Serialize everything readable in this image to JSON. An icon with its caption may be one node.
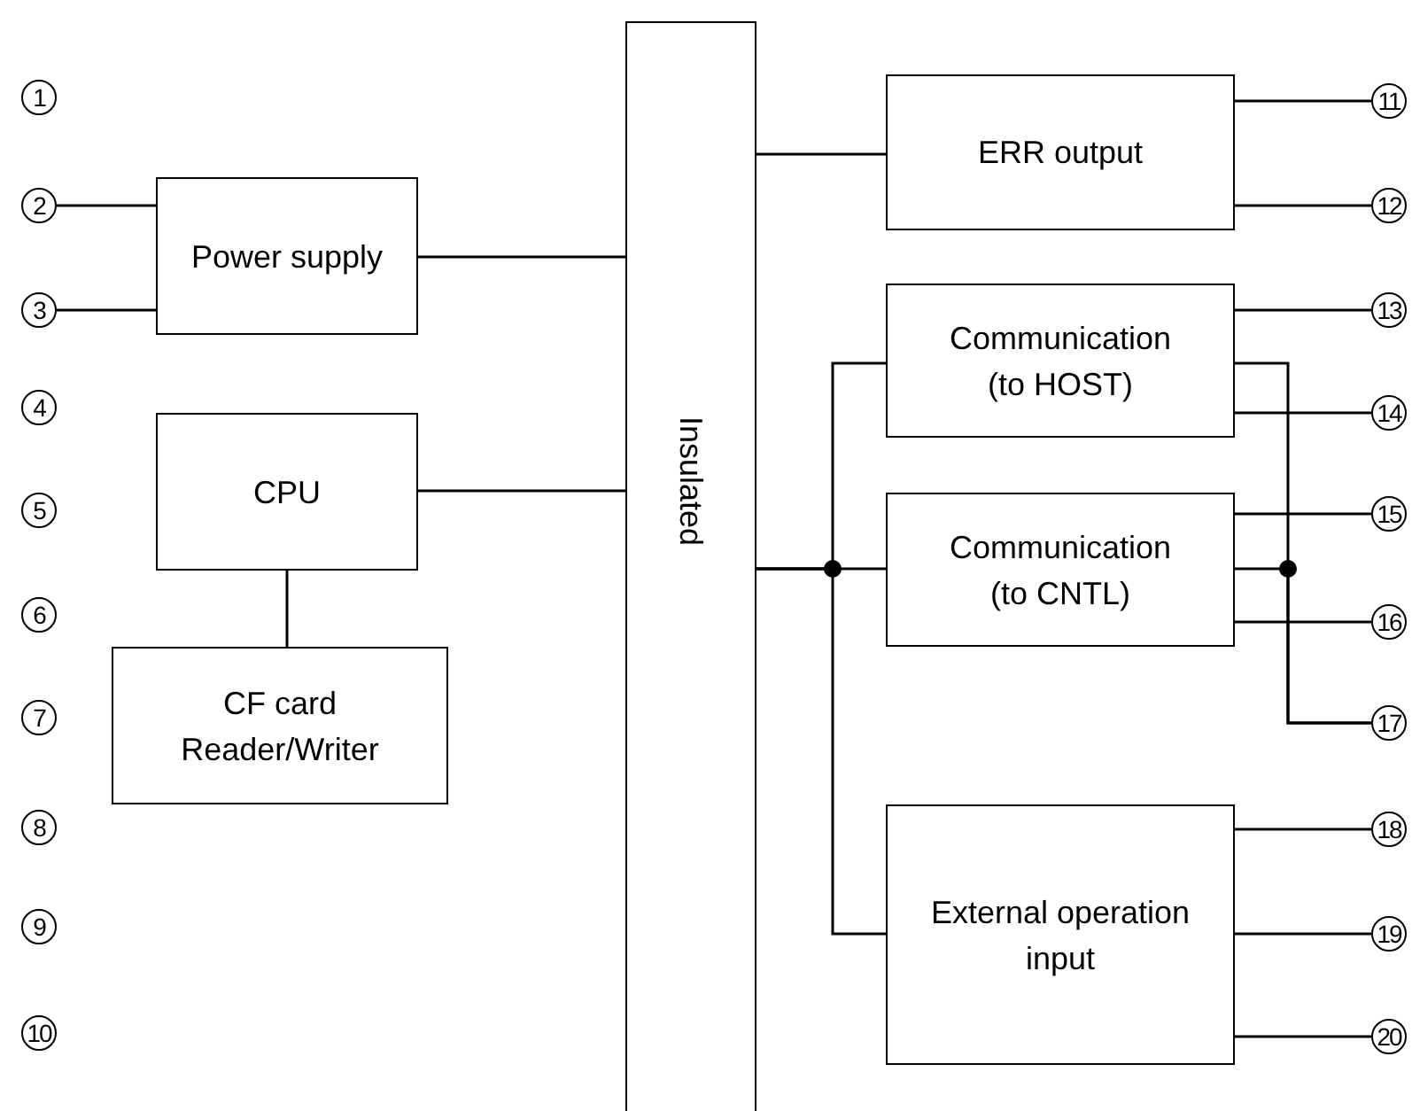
{
  "diagram": {
    "nodes": [
      {
        "text": [
          "1"
        ]
      },
      {
        "text": [
          "2"
        ]
      },
      {
        "text": [
          "3"
        ]
      },
      {
        "text": [
          "4"
        ]
      },
      {
        "text": [
          "5"
        ]
      },
      {
        "text": [
          "6"
        ]
      },
      {
        "text": [
          "7"
        ]
      },
      {
        "text": [
          "8"
        ]
      },
      {
        "text": [
          "9"
        ]
      },
      {
        "text": [
          "10"
        ]
      },
      {
        "text": [
          "Power supply"
        ]
      },
      {
        "text": [
          "CPU"
        ]
      },
      {
        "text": [
          "CF card Reader/Writer"
        ]
      },
      {
        "text": [
          "Insulated"
        ]
      },
      {
        "text": [
          "ERR output"
        ]
      },
      {
        "text": [
          "Communication (to HOST)"
        ]
      },
      {
        "text": [
          "Communication (to CNTL)"
        ]
      },
      {
        "text": [
          "External operation input"
        ]
      },
      {
        "text": [
          "11"
        ]
      },
      {
        "text": [
          "12"
        ]
      },
      {
        "text": [
          "13"
        ]
      },
      {
        "text": [
          "14"
        ]
      },
      {
        "text": [
          "15"
        ]
      },
      {
        "text": [
          "16"
        ]
      },
      {
        "text": [
          "17"
        ]
      },
      {
        "text": [
          "18"
        ]
      },
      {
        "text": [
          "19"
        ]
      },
      {
        "text": [
          "20"
        ]
      }
    ],
    "edges": [
      {
        "from": 1,
        "to": 10,
        "arrow": "none"
      },
      {
        "from": 2,
        "to": 10,
        "arrow": "none"
      },
      {
        "from": 10,
        "to": 13,
        "arrow": "none"
      },
      {
        "from": 11,
        "to": 13,
        "arrow": "none"
      },
      {
        "from": 11,
        "to": 12,
        "arrow": "none"
      },
      {
        "from": 13,
        "to": 14,
        "arrow": "none"
      },
      {
        "from": 14,
        "to": 18,
        "arrow": "none"
      },
      {
        "from": 14,
        "to": 19,
        "arrow": "none"
      },
      {
        "from": 15,
        "to": 20,
        "arrow": "none"
      },
      {
        "from": 15,
        "to": 21,
        "arrow": "none"
      },
      {
        "from": 16,
        "to": 22,
        "arrow": "none"
      },
      {
        "from": 16,
        "to": 23,
        "arrow": "none"
      },
      {
        "from": 13,
        "to": 15,
        "arrow": "none"
      },
      {
        "from": 13,
        "to": 16,
        "arrow": "none"
      },
      {
        "from": 13,
        "to": 17,
        "arrow": "none"
      },
      {
        "from": 15,
        "to": 24,
        "arrow": "none"
      },
      {
        "from": 16,
        "to": 24,
        "arrow": "none"
      },
      {
        "from": 17,
        "to": 25,
        "arrow": "none"
      },
      {
        "from": 17,
        "to": 26,
        "arrow": "none"
      },
      {
        "from": 17,
        "to": 27,
        "arrow": "none"
      }
    ]
  }
}
